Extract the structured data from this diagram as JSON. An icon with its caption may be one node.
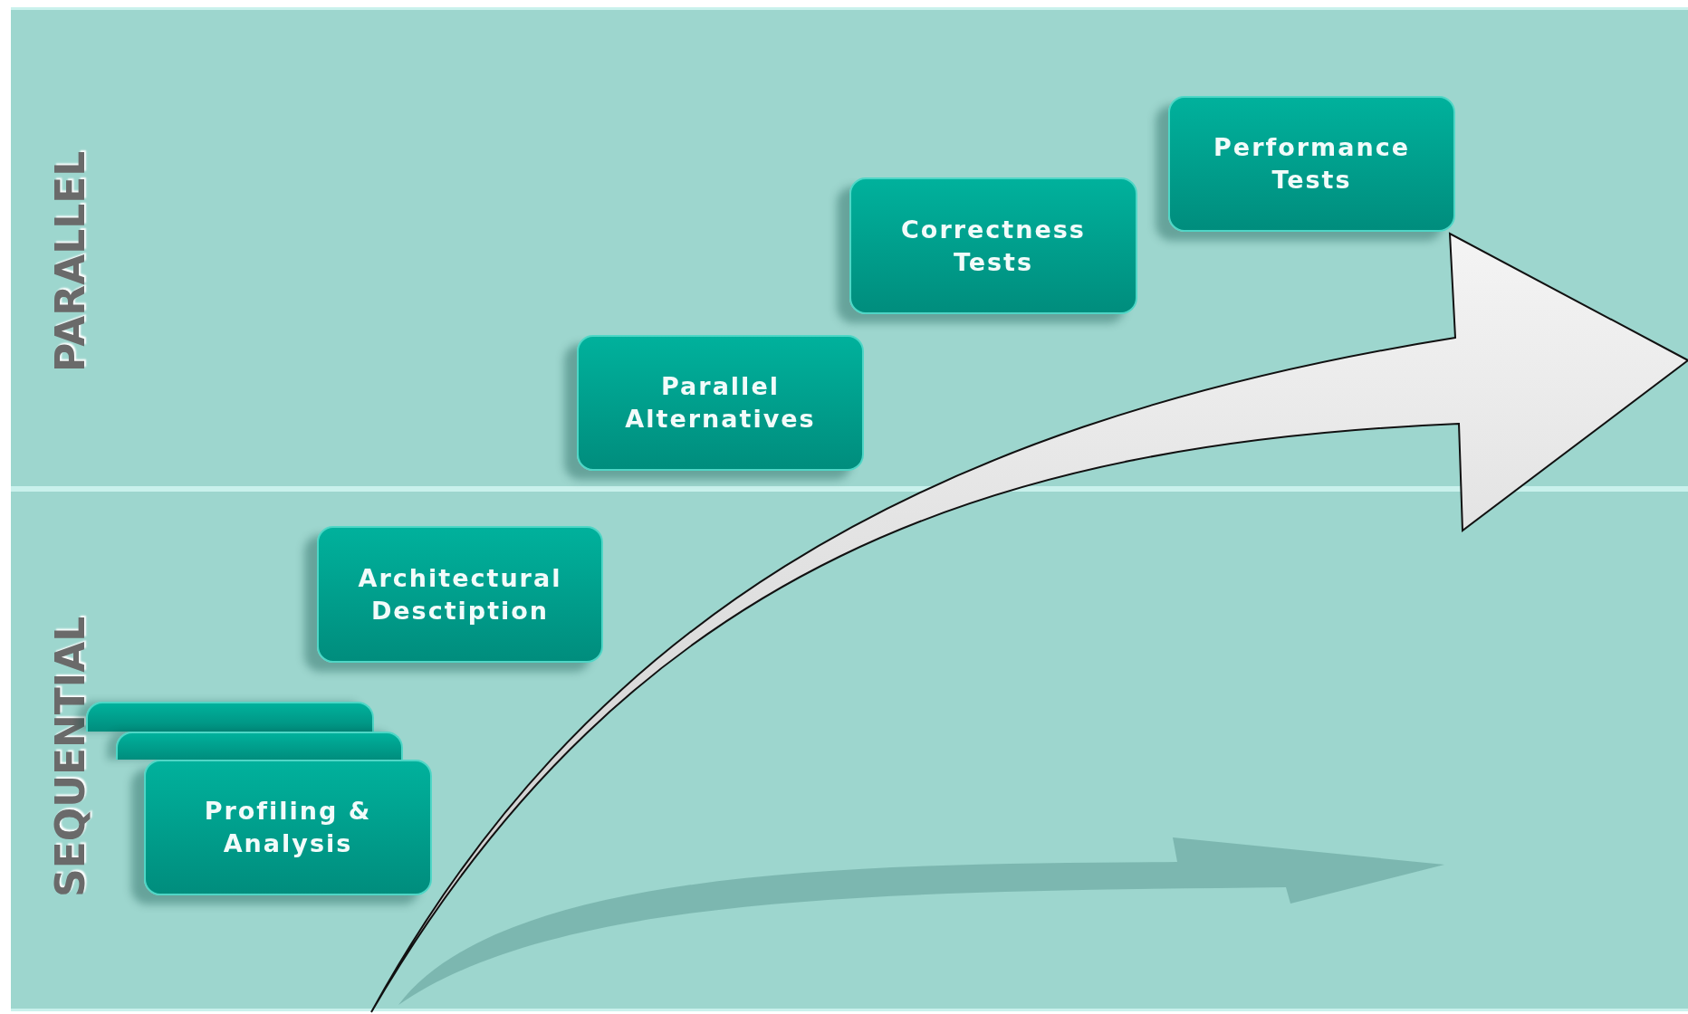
{
  "diagram": {
    "nodes": [
      {
        "text": [
          "PARALLEL"
        ]
      },
      {
        "text": [
          "Performance Tests"
        ],
        "in": 0
      },
      {
        "text": [
          "Correctness Tests"
        ],
        "in": 0
      },
      {
        "text": [
          "Parallel Alternatives"
        ],
        "in": 0
      },
      {
        "text": [
          "SEQUENTIAL"
        ]
      },
      {
        "text": [
          "Architectural Desctiption"
        ],
        "in": 4
      },
      {
        "text": [],
        "shape": "box",
        "in": 4
      },
      {
        "text": [],
        "shape": "box",
        "in": 4
      },
      {
        "text": [
          "Profiling & Analysis"
        ],
        "in": 4
      }
    ]
  }
}
